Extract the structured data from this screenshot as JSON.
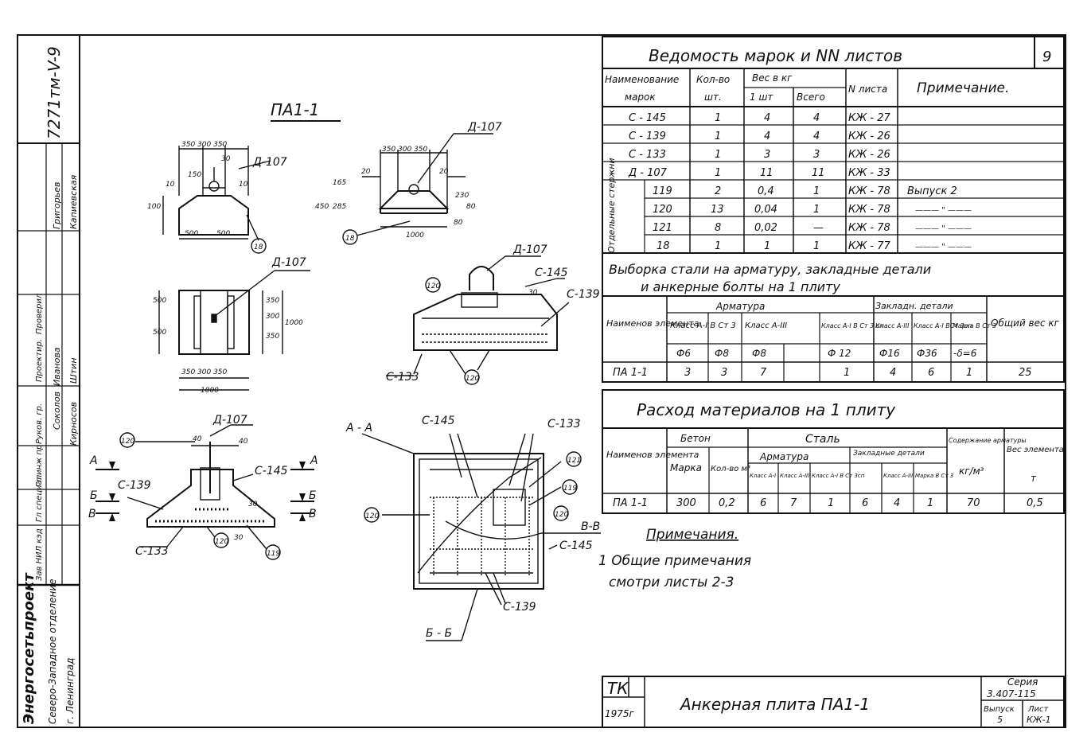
{
  "sheet_number": "9",
  "left_stamp": {
    "code": "7271тм-V-9",
    "roles": [
      "Зав НИЛ кэд",
      "Гл специал",
      "Гл.инж пр",
      "Руков. гр.",
      "Проектир.",
      "Проверил"
    ],
    "names": [
      "Кирносов",
      "Штин",
      "Соколов",
      "Иванова",
      "Григорьев",
      "Капиевская"
    ],
    "org1": "Энергосетьпроект",
    "org2": "Северо-Западное отделение",
    "org3": "г. Ленинград"
  },
  "drawing": {
    "title": "ПА1-1",
    "dims": {
      "d350_300_350": "350 300 350",
      "d30": "30",
      "d150": "150",
      "d10": "10",
      "d100": "100",
      "d500": "500",
      "d20": "20",
      "d165": "165",
      "d450": "450",
      "d285": "285",
      "d230": "230",
      "d80": "80",
      "d1000": "1000",
      "d40": "40",
      "d350": "350",
      "d300": "300"
    },
    "labels": {
      "d107": "Д-107",
      "c145": "С-145",
      "c139": "С-139",
      "c133": "С-133",
      "n18": "18",
      "n119": "119",
      "n120": "120",
      "n121": "121",
      "AA": "А - А",
      "BB": "Б - Б",
      "VV": "В-В",
      "A": "А",
      "B": "Б",
      "V": "В"
    }
  },
  "table1": {
    "title": "Ведомость марок и NN листов",
    "h_name": "Наименование",
    "h_name2": "марок",
    "h_qty": "Кол-во",
    "h_qty2": "шт.",
    "h_weight": "Вес в кг",
    "h_w1": "1 шт",
    "h_w2": "Всего",
    "h_sheet": "N листа",
    "h_note": "Примечание.",
    "group": "Отдельные стержни",
    "rows": [
      {
        "name": "С - 145",
        "qty": "1",
        "w1": "4",
        "wt": "4",
        "sheet": "КЖ - 27",
        "note": ""
      },
      {
        "name": "С - 139",
        "qty": "1",
        "w1": "4",
        "wt": "4",
        "sheet": "КЖ - 26",
        "note": ""
      },
      {
        "name": "С - 133",
        "qty": "1",
        "w1": "3",
        "wt": "3",
        "sheet": "КЖ - 26",
        "note": ""
      },
      {
        "name": "Д - 107",
        "qty": "1",
        "w1": "11",
        "wt": "11",
        "sheet": "КЖ - 33",
        "note": ""
      },
      {
        "name": "119",
        "qty": "2",
        "w1": "0,4",
        "wt": "1",
        "sheet": "КЖ - 78",
        "note": "Выпуск 2"
      },
      {
        "name": "120",
        "qty": "13",
        "w1": "0,04",
        "wt": "1",
        "sheet": "КЖ - 78",
        "note": "——— \" ———"
      },
      {
        "name": "121",
        "qty": "8",
        "w1": "0,02",
        "wt": "—",
        "sheet": "КЖ - 78",
        "note": "——— \" ———"
      },
      {
        "name": "18",
        "qty": "1",
        "w1": "1",
        "wt": "1",
        "sheet": "КЖ - 77",
        "note": "——— \" ———"
      }
    ]
  },
  "table2": {
    "title1": "Выборка стали на арматуру, закладные детали",
    "title2": "и анкерные болты на 1 плиту",
    "h_name": "Наименов элемента",
    "h_arm": "Арматура",
    "h_zakl": "Закладн. детали",
    "h_total": "Общий вес кг",
    "c1": "Класс А-I В Ст 3",
    "c2": "Класс А-III",
    "c3": "Класс А-I В Ст 3 сп",
    "c4": "Класс А-III",
    "c5": "Класс А-I ВСт 3сп",
    "c6": "Марка В Ст 3",
    "d1": "Ф6",
    "d2": "Ф8",
    "d3": "Ф8",
    "d4": "Ф 12",
    "d5": "Ф16",
    "d6": "Ф36",
    "d7": "-δ=6",
    "row": {
      "name": "ПА 1-1",
      "v1": "3",
      "v2": "3",
      "v3": "7",
      "v4": "1",
      "v5": "4",
      "v6": "6",
      "v7": "1",
      "total": "25"
    }
  },
  "table3": {
    "title": "Расход материалов на 1 плиту",
    "h_name": "Наименов элемента",
    "h_beton": "Бетон",
    "h_marka": "Марка",
    "h_vol": "Кол-во м³",
    "h_steel": "Сталь",
    "h_arm": "Арматура",
    "h_zakl": "Закладные детали",
    "h_soder": "Содержание арматуры",
    "h_unit": "кг/м³",
    "h_ves": "Вес элемента",
    "h_t": "т",
    "k1": "Класс А-I",
    "k2": "Класс А-III",
    "k3": "Класс А-I В Ст 3сп",
    "k4": "Класс А-III",
    "k5": "Марка В Ст 3",
    "row": {
      "name": "ПА 1-1",
      "marka": "300",
      "vol": "0,2",
      "a1": "6",
      "a2": "7",
      "a3": "1",
      "a4": "6",
      "z1": "4",
      "z2": "1",
      "soder": "70",
      "ves": "0,5"
    }
  },
  "notes": {
    "title": "Примечания.",
    "line1": "1 Общие примечания",
    "line2": "смотри листы 2-3"
  },
  "title_block": {
    "tk": "ТК",
    "year": "1975г",
    "name": "Анкерная плита ПА1-1",
    "series_label": "Серия",
    "series": "3.407-115",
    "vyp_label": "Выпуск",
    "vyp": "5",
    "list_label": "Лист",
    "list": "КЖ-1"
  }
}
